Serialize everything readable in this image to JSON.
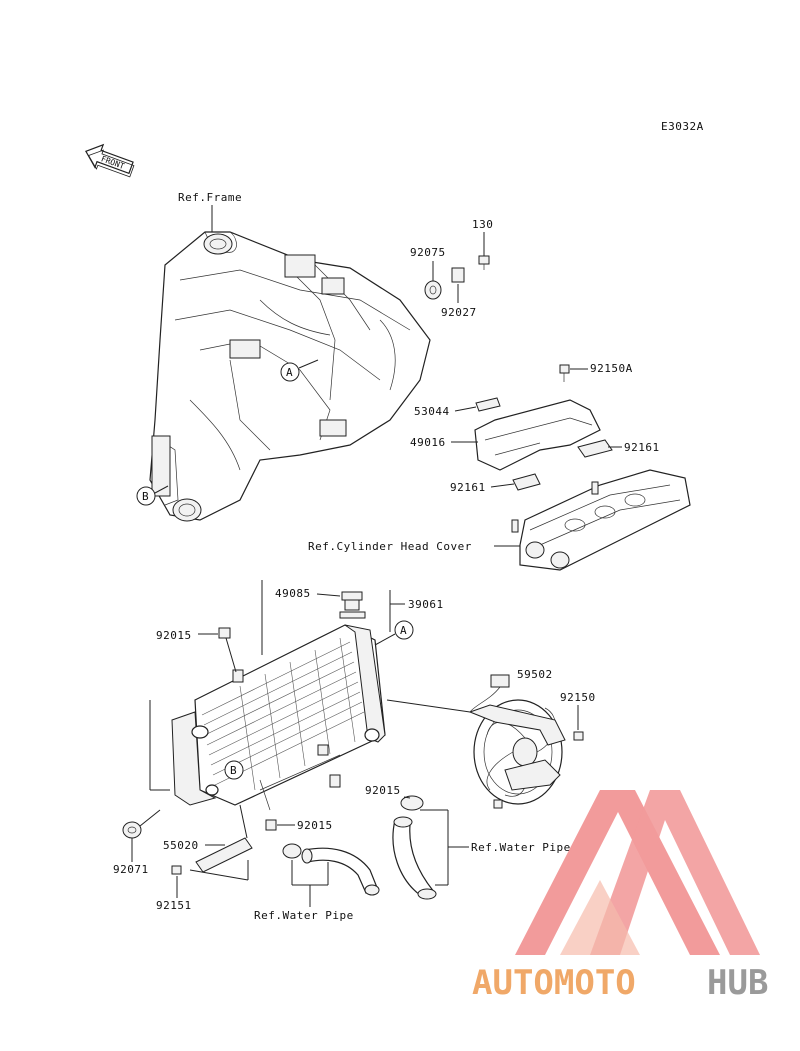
{
  "diagram_code": "E3032A",
  "front_label": "FRONT",
  "callouts": {
    "A": "A",
    "B": "B"
  },
  "parts": {
    "ref_frame": "Ref.Frame",
    "p130": "130",
    "p92075": "92075",
    "p92027": "92027",
    "p92150A": "92150A",
    "p53044": "53044",
    "p49016": "49016",
    "p92161_right": "92161",
    "p92161_left": "92161",
    "ref_cyl_head": "Ref.Cylinder Head Cover",
    "p49085": "49085",
    "p39061": "39061",
    "p92015_top": "92015",
    "p59502": "59502",
    "p92150": "92150",
    "p92015_mid": "92015",
    "p92015_low": "92015",
    "ref_water_pipe_right": "Ref.Water Pipe",
    "p55020": "55020",
    "p92071": "92071",
    "p92151": "92151",
    "ref_water_pipe_bottom": "Ref.Water Pipe"
  },
  "watermark": {
    "text_a": "AUTOMOTO",
    "text_b": "HUB",
    "color_a": "#f0a868",
    "color_b": "#9a9a9a",
    "logo_color": "#f08a8a"
  }
}
